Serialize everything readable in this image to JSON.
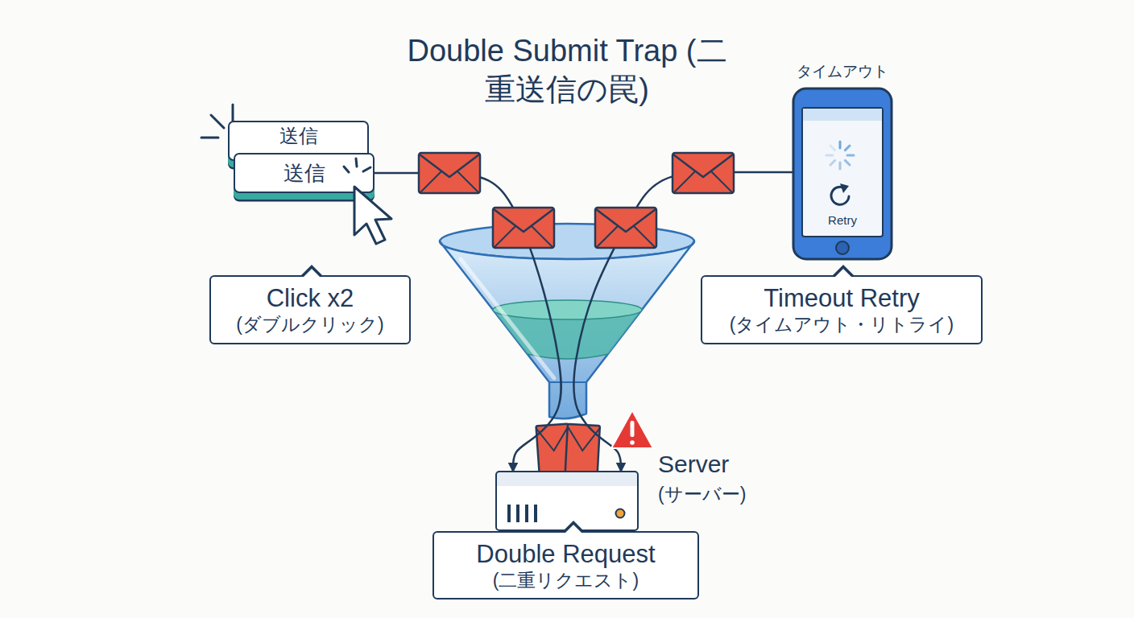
{
  "diagram": {
    "title": "Double Submit Trap (二重送信の罠)",
    "nodes": [
      {
        "text": [
          "送信"
        ]
      },
      {
        "text": [
          "送信"
        ]
      },
      {
        "text": [
          "Click x2",
          "(ダブルクリック)"
        ]
      },
      {
        "text": [
          "タイムアウト",
          "Retry"
        ]
      },
      {
        "text": [
          "Timeout Retry",
          "(タイムアウト・リトライ)"
        ]
      },
      {
        "text": [
          "Server",
          "(サーバー)"
        ]
      },
      {
        "text": [
          "Double Request",
          "(二重リクエスト)"
        ]
      }
    ],
    "edges": [
      {
        "from": 1,
        "to": 5,
        "arrow": "to"
      },
      {
        "from": 3,
        "to": 5,
        "arrow": "to"
      }
    ]
  }
}
